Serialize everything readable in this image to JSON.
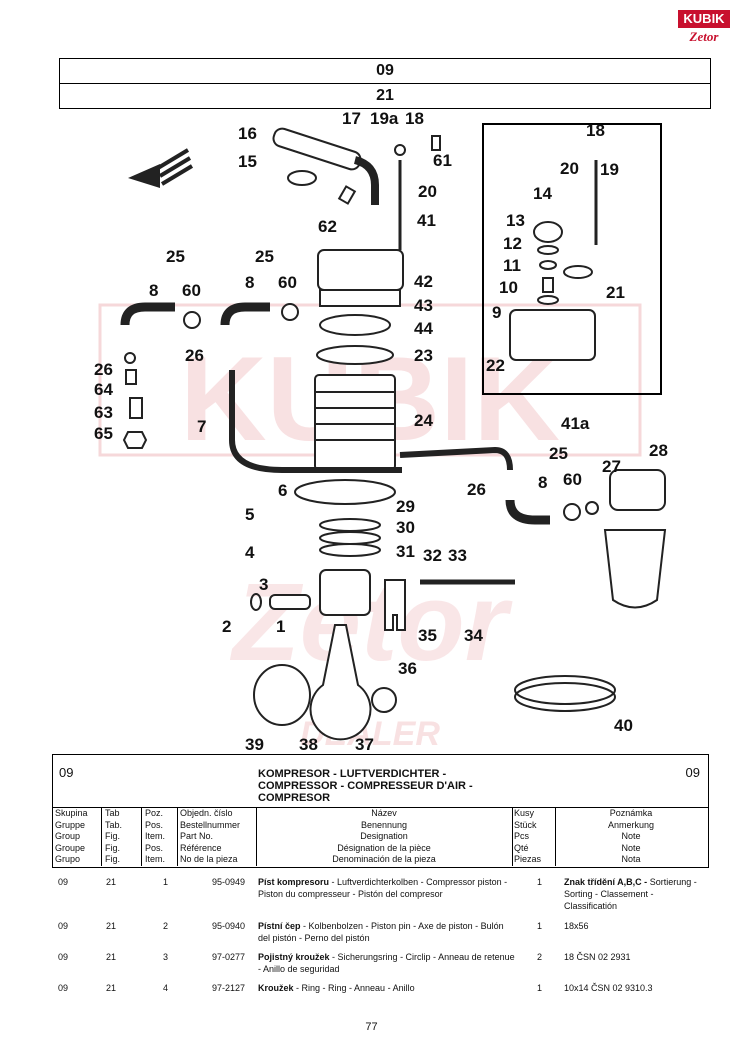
{
  "logo": {
    "brand": "KUBIK",
    "sub": "Zetor"
  },
  "header": {
    "group": "09",
    "fig": "21"
  },
  "watermark": {
    "line1": "KUBIK",
    "line2": "Zetor",
    "line3": "DEALER"
  },
  "callouts": [
    "1",
    "2",
    "3",
    "4",
    "5",
    "6",
    "7",
    "8",
    "9",
    "10",
    "11",
    "12",
    "13",
    "14",
    "15",
    "16",
    "17",
    "18",
    "19",
    "19a",
    "20",
    "21",
    "22",
    "23",
    "24",
    "25",
    "26",
    "27",
    "28",
    "29",
    "30",
    "31",
    "32",
    "33",
    "34",
    "35",
    "36",
    "37",
    "38",
    "39",
    "40",
    "41",
    "41a",
    "42",
    "43",
    "44",
    "60",
    "61",
    "62",
    "63",
    "64",
    "65"
  ],
  "table": {
    "group_left": "09",
    "group_right": "09",
    "title_lines": [
      "KOMPRESOR - LUFTVERDICHTER -",
      "COMPRESSOR - COMPRESSEUR D'AIR -",
      "COMPRESOR"
    ],
    "headers": {
      "skupina": [
        "Skupina",
        "Gruppe",
        "Group",
        "Groupe",
        "Grupo"
      ],
      "tab": [
        "Tab",
        "Tab.",
        "Fig.",
        "Fig.",
        "Fig."
      ],
      "poz": [
        "Poz.",
        "Pos.",
        "Item.",
        "Pos.",
        "Item."
      ],
      "cislo": [
        "Objedn. číslo",
        "Bestellnummer",
        "Part No.",
        "Référence",
        "No de la pieza"
      ],
      "nazev": [
        "Název",
        "Benennung",
        "Designation",
        "Désignation de la pièce",
        "Denominación de la pieza"
      ],
      "kusy": [
        "Kusy",
        "Stück",
        "Pcs",
        "Qté",
        "Piezas"
      ],
      "poznamka": [
        "Poznámka",
        "Anmerkung",
        "Note",
        "Note",
        "Nota"
      ]
    },
    "rows": [
      {
        "group": "09",
        "tab": "21",
        "pos": "1",
        "part": "95-0949",
        "name_bold": "Píst kompresoru",
        "name_rest": " - Luftverdichterkolben - Compressor piston - Piston du compresseur - Pistón del compresor",
        "qty": "1",
        "note_bold": "Znak třídění A,B,C -",
        "note_rest": "Sortierung - Sorting - Classement - Classificatión"
      },
      {
        "group": "09",
        "tab": "21",
        "pos": "2",
        "part": "95-0940",
        "name_bold": "Pístní čep",
        "name_rest": " - Kolbenbolzen - Piston pin - Axe de piston - Bulón del pistón - Perno del pistón",
        "qty": "1",
        "note_bold": "",
        "note_rest": "18x56"
      },
      {
        "group": "09",
        "tab": "21",
        "pos": "3",
        "part": "97-0277",
        "name_bold": "Pojistný kroužek",
        "name_rest": " - Sicherungsring - Circlip - Anneau de retenue - Anillo de seguridad",
        "qty": "2",
        "note_bold": "",
        "note_rest": "18 ČSN 02 2931"
      },
      {
        "group": "09",
        "tab": "21",
        "pos": "4",
        "part": "97-2127",
        "name_bold": "Kroužek",
        "name_rest": " - Ring - Ring - Anneau - Anillo",
        "qty": "1",
        "note_bold": "",
        "note_rest": "10x14 ČSN 02 9310.3"
      }
    ]
  },
  "page_number": "77"
}
